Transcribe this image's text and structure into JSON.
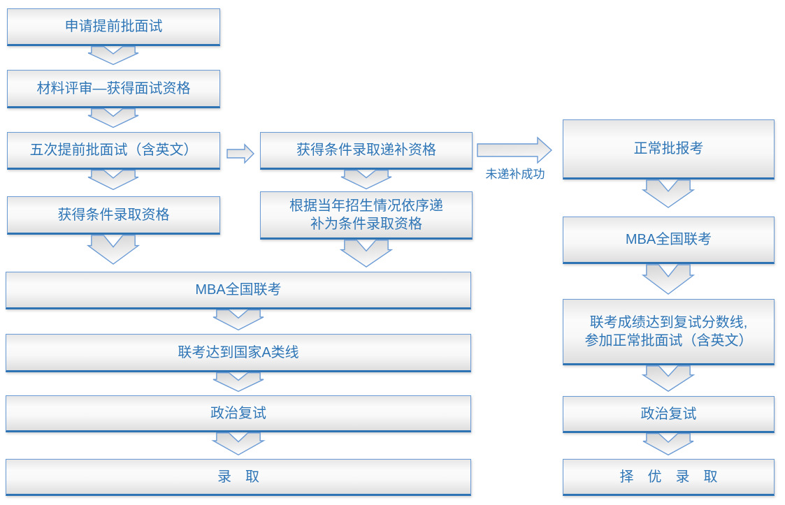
{
  "flowchart": {
    "description_labels": {
      "not_supplemented": "未递补成功"
    },
    "early_batch_track": [
      "申请提前批面试",
      "材料评审—获得面试资格",
      "五次提前批面试（含英文）",
      "获得条件录取资格"
    ],
    "supplement_track": [
      "获得条件录取递补资格",
      "根据当年招生情况依序递",
      "补为条件录取资格"
    ],
    "merged_track": [
      "MBA全国联考",
      "联考达到国家A类线",
      "政治复试",
      "录　取"
    ],
    "normal_batch_track": [
      "正常批报考",
      "MBA全国联考",
      "联考成绩达到复试分数线,",
      "参加正常批面试（含英文）",
      "政治复试",
      "择　优　录　取"
    ],
    "colors": {
      "node_text": "#2E75B6",
      "node_border": "#6B9BD5",
      "node_border_bottom": "#2E74B5",
      "node_fill_top": "#E6E6E6",
      "node_fill_bottom": "#DEDEDE",
      "arrow_fill_top": "#D7D7D7",
      "arrow_fill_bottom": "#FBFBFB",
      "arrow_stroke": "#6B9BD5",
      "background": "#FFFFFF"
    }
  }
}
